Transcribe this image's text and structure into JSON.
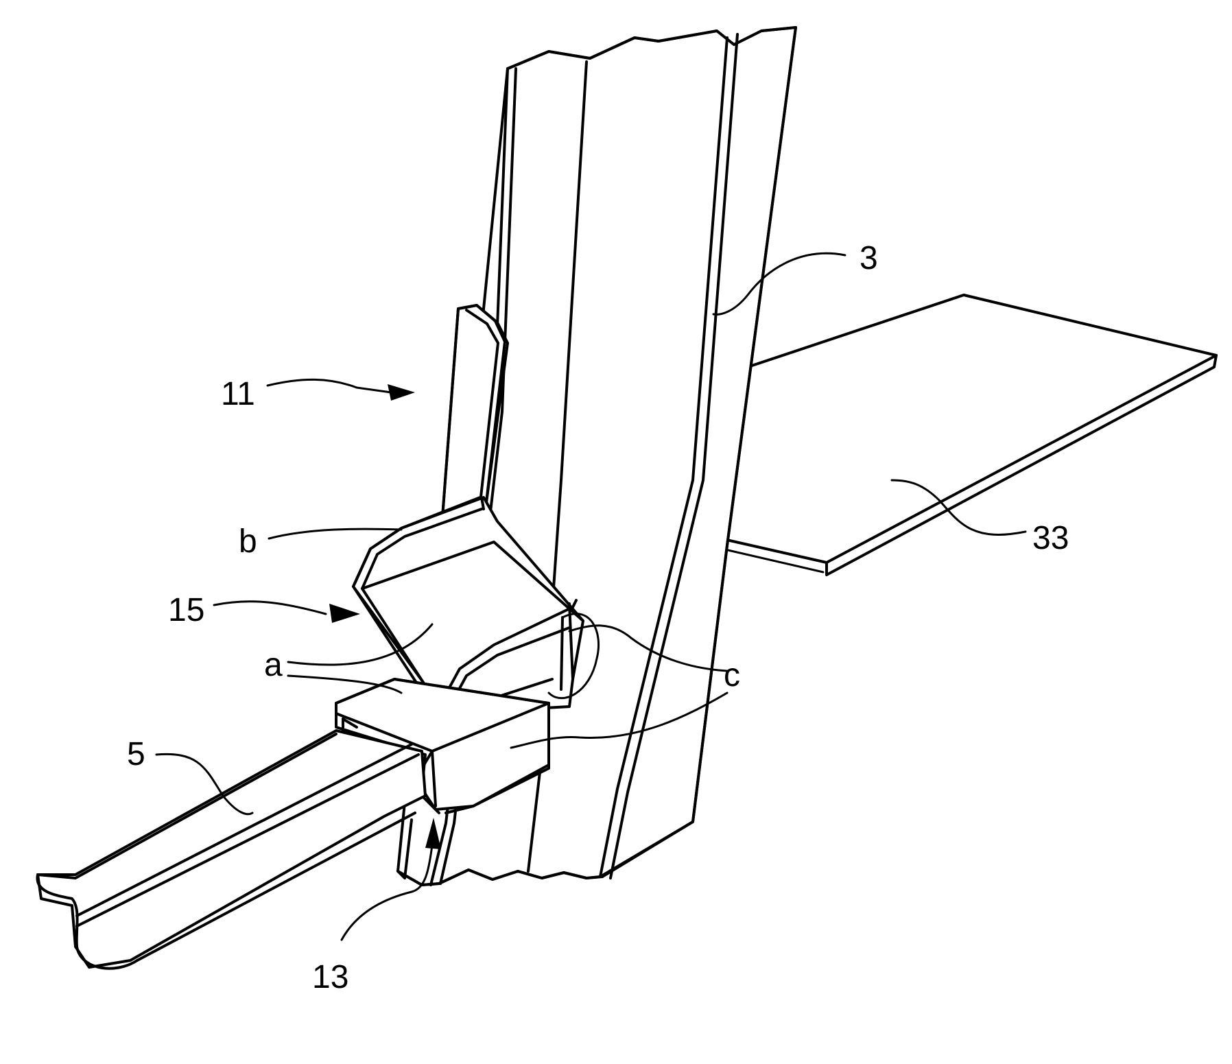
{
  "labels": {
    "part_3": "3",
    "part_5": "5",
    "part_11": "11",
    "part_13": "13",
    "part_15": "15",
    "part_33": "33",
    "face_a": "a",
    "face_b": "b",
    "face_c": "c"
  }
}
